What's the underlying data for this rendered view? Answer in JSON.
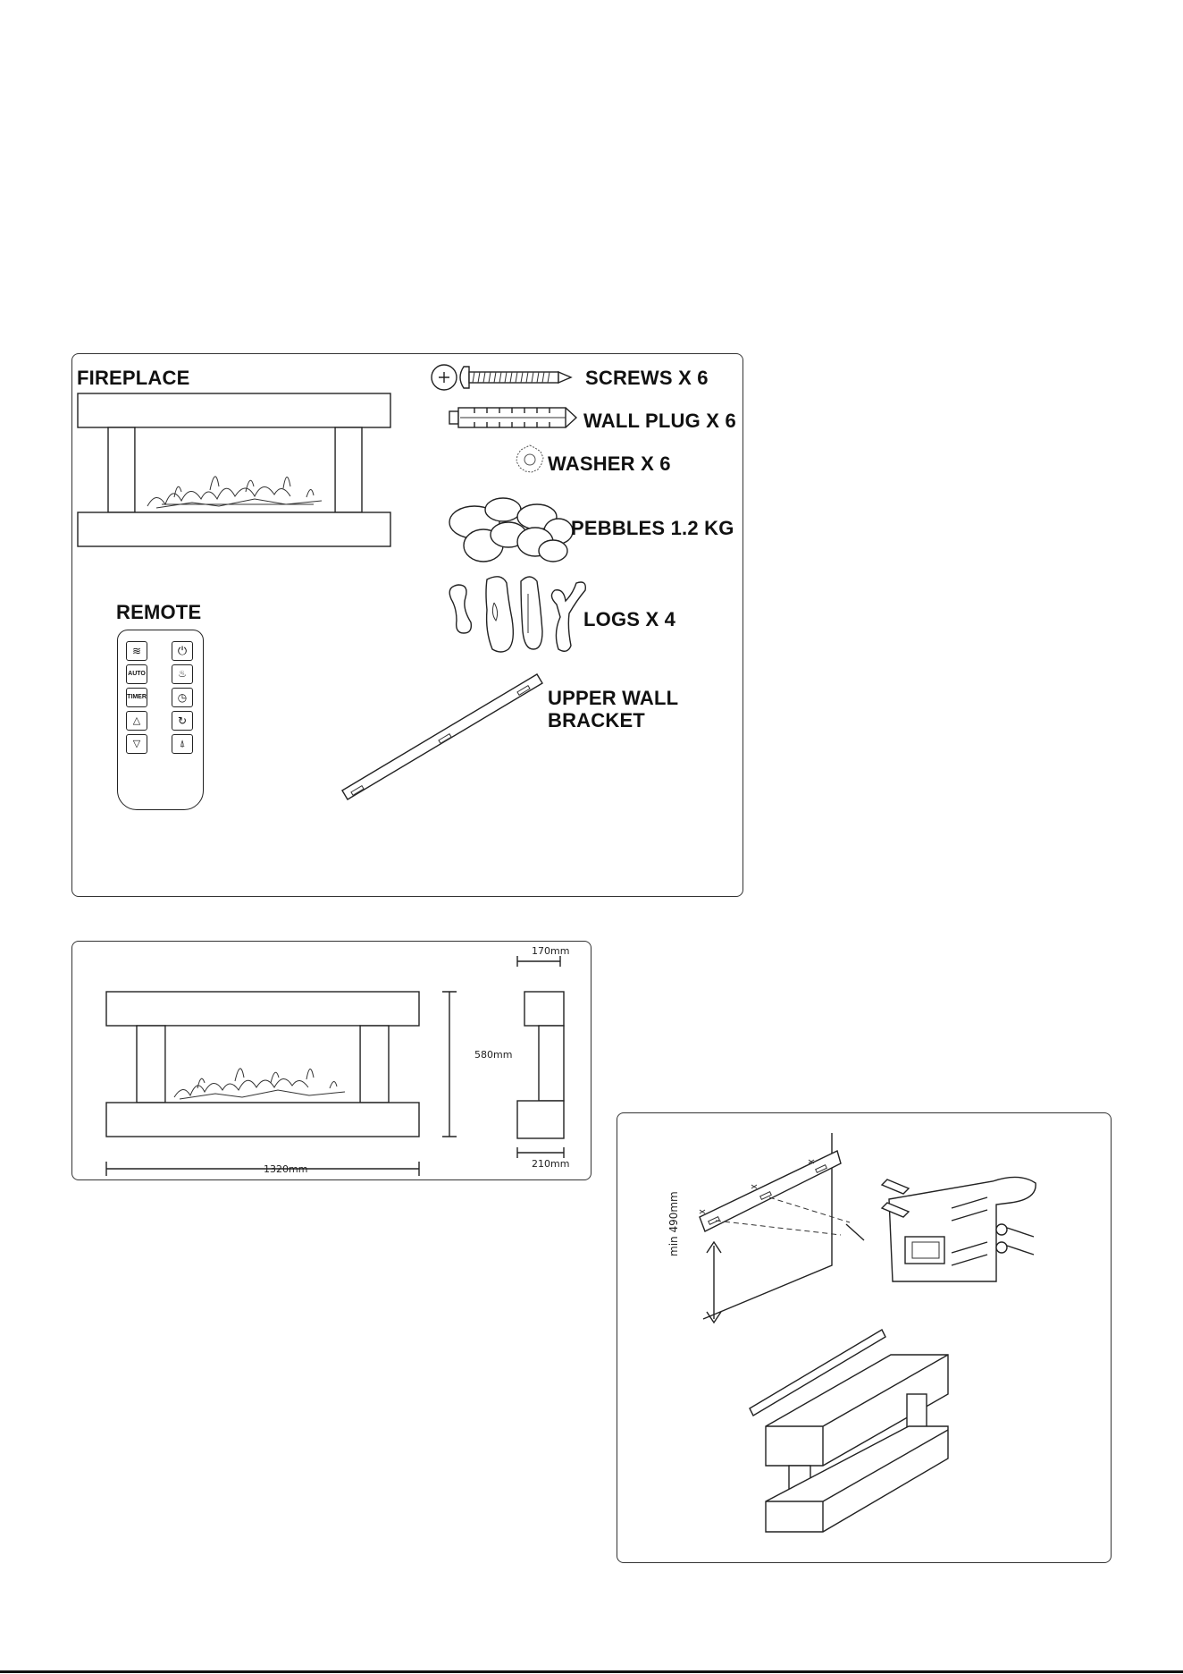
{
  "contents_panel": {
    "fireplace_label": "FIREPLACE",
    "remote_label": "REMOTE",
    "screws_label": "SCREWS X 6",
    "wall_plug_label": "WALL PLUG X 6",
    "washer_label": "WASHER X 6",
    "pebbles_label": "PEBBLES 1.2 KG",
    "logs_label": "LOGS X 4",
    "bracket_label_line1": "UPPER WALL",
    "bracket_label_line2": "BRACKET",
    "remote_buttons": {
      "auto": "AUTO",
      "timer": "TIMER"
    }
  },
  "dimensions_panel": {
    "depth_top": "170mm",
    "height": "580mm",
    "depth_bottom": "210mm",
    "width": "1320mm"
  },
  "installation_panel": {
    "min_height_label": "min 490mm"
  }
}
